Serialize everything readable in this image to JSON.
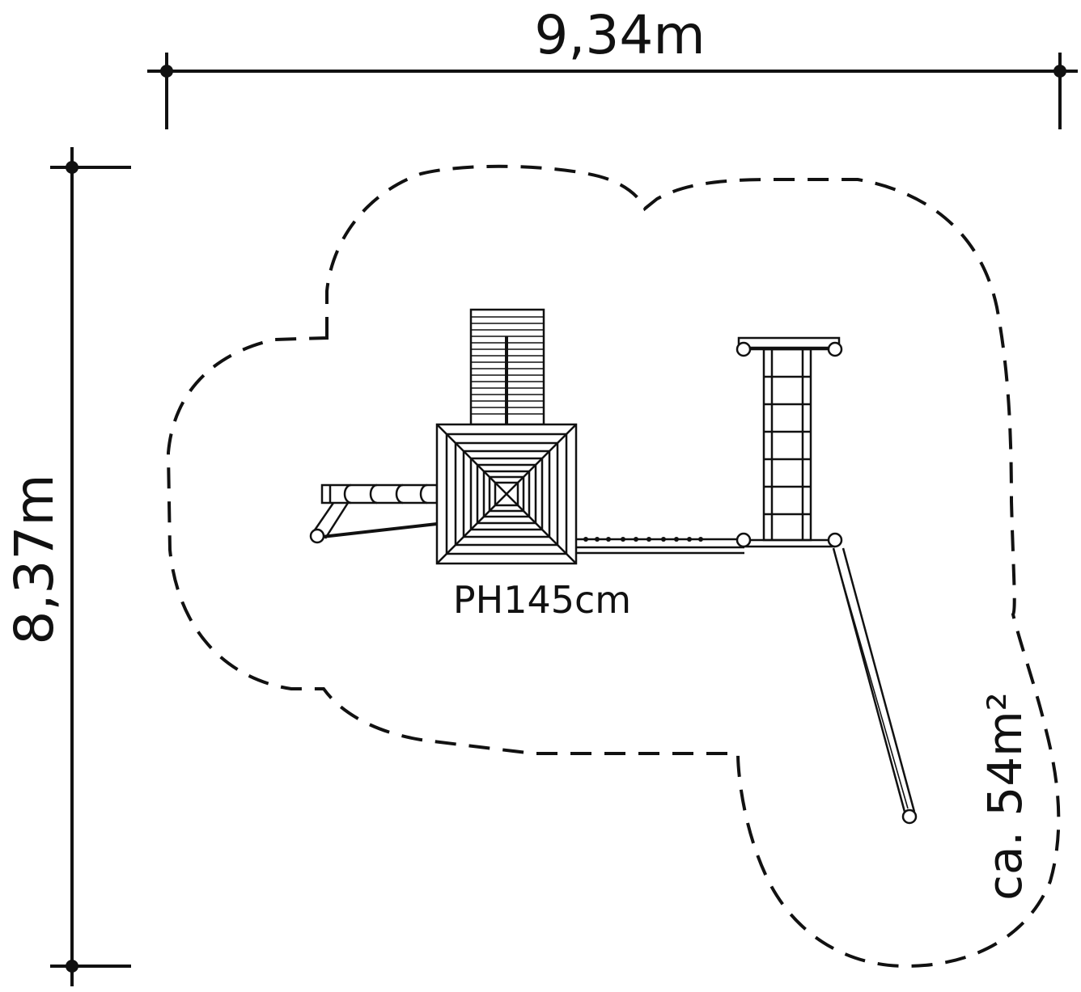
{
  "dimensions": {
    "width_label": "9,34m",
    "height_label": "8,37m"
  },
  "labels": {
    "platform_height": "PH145cm",
    "area": "ca. 54m²"
  },
  "colors": {
    "line": "#111111",
    "background": "#ffffff"
  }
}
